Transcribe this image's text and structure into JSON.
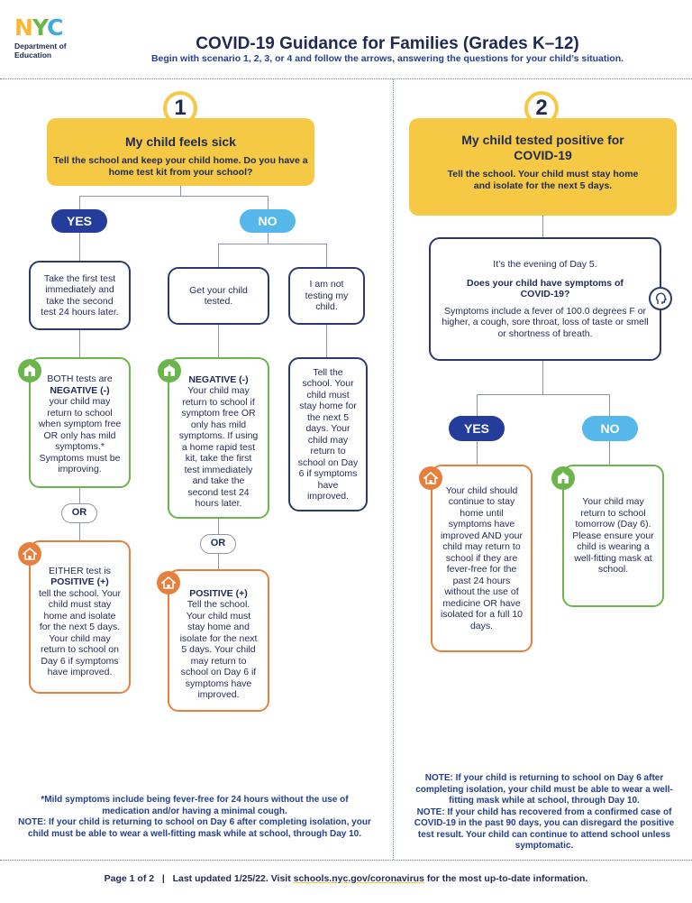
{
  "header": {
    "logo_nyc": "NYC",
    "logo_line1": "Department of",
    "logo_line2": "Education",
    "title": "COVID-19 Guidance for Families (Grades K–12)",
    "subtitle": "Begin with scenario 1, 2, 3, or 4 and follow the arrows, answering the questions for your child’s situation."
  },
  "scenario1": {
    "number": "1",
    "heading": "My child feels sick",
    "body": "Tell the school and keep your child home. Do you have a home test kit from your school?",
    "yes": "YES",
    "no": "NO",
    "yes_box": "Take the first test immediately and take the second test 24 hours later.",
    "get_tested": "Get your child tested.",
    "not_testing": "I am not testing my child.",
    "both_neg_pre": "BOTH tests are",
    "both_neg_bold": "NEGATIVE (-)",
    "both_neg_post": "your child may return to school when symptom free OR only has mild symptoms.* Symptoms must be improving.",
    "or1": "OR",
    "either_pos_pre": "EITHER test is",
    "either_pos_bold": "POSITIVE (+)",
    "either_pos_post": "tell the school. Your child must stay home and isolate for the next 5 days. Your child may return to school on Day 6 if symptoms have improved.",
    "neg_bold": "NEGATIVE (-)",
    "neg_post": "Your child may return to school if symptom free OR only has mild symptoms. If using a home rapid test kit, take the first test immediately and take the second test 24 hours later.",
    "or2": "OR",
    "pos_bold": "POSITIVE (+)",
    "pos_post": "Tell the school. Your child must stay home and isolate for the next 5 days. Your child may return to school on Day 6 if symptoms have improved.",
    "not_testing_result": "Tell the school. Your child must stay home for the next 5 days. Your child may return to school on Day 6 if symptoms have improved.",
    "footnote1": "*Mild symptoms include being fever-free for 24 hours without the use of medication and/or having a minimal cough.",
    "footnote2": "NOTE: If your child is returning to school on Day 6 after completing isolation, your child must be able to wear a well-fitting mask while at school, through Day 10."
  },
  "scenario2": {
    "number": "2",
    "heading": "My child tested positive for COVID-19",
    "body": "Tell the school. Your child must stay home and isolate for the next 5 days.",
    "q_line1": "It’s the evening of Day 5.",
    "q_bold": "Does your child have symptoms of COVID-19?",
    "q_symptoms": "Symptoms include a fever of 100.0 degrees F or higher, a cough, sore throat, loss of taste or smell or shortness of breath.",
    "yes": "YES",
    "no": "NO",
    "yes_box": "Your child should continue to stay home until symptoms have improved AND your child may return to school if they are fever-free for the past 24 hours without the use of medicine OR have isolated for a full 10 days.",
    "no_box": "Your child may return to school tomorrow (Day 6). Please ensure your child is wearing a well-fitting mask at school.",
    "note1": "NOTE: If your child is returning to school on Day 6 after completing isolation, your child must be able to wear a well-fitting mask while at school, through Day 10.",
    "note2": "NOTE: If your child has recovered from a confirmed case of COVID-19 in the past 90 days, you can disregard the positive test result. Your child can continue to attend school unless symptomatic."
  },
  "footer": {
    "page": "Page 1 of 2",
    "sep": "|",
    "updated": "Last updated 1/25/22. Visit",
    "link": "schools.nyc.gov/coronavirus",
    "post": "for the most up-to-date information."
  },
  "colors": {
    "navy": "#1f2a52",
    "yellow": "#f6c945",
    "yes_blue": "#243c9a",
    "no_blue": "#55b7ea",
    "green": "#6cb54a",
    "orange": "#e8803d"
  },
  "icons": {
    "school": "school-icon",
    "home": "home-icon",
    "person": "person-symptom-icon"
  }
}
